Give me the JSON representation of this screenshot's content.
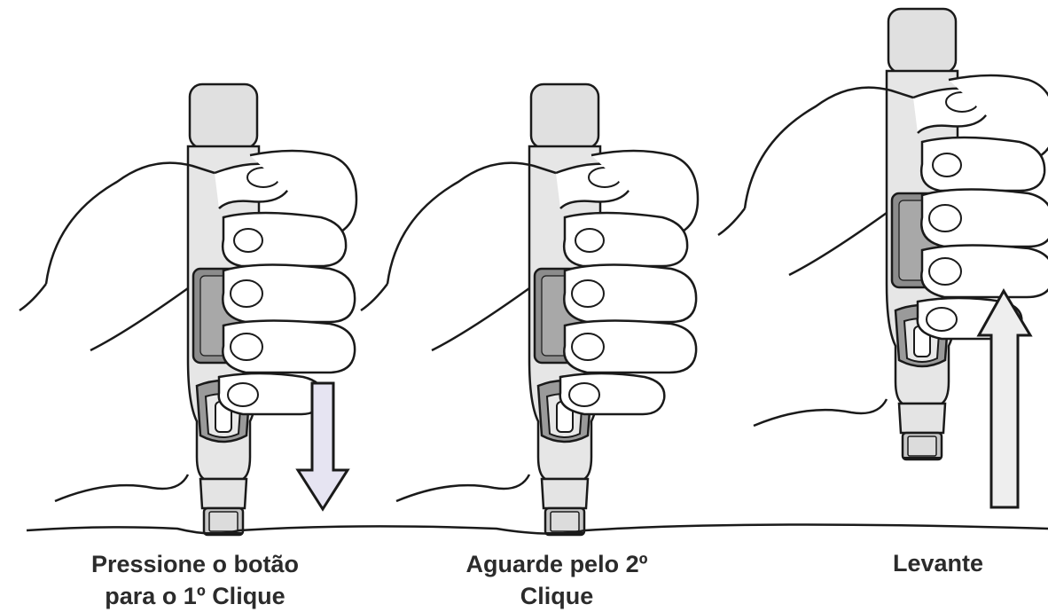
{
  "steps": [
    {
      "caption_line1": "Pressione o botão",
      "caption_line2": "para o 1º Clique",
      "arrow": "down",
      "pen_state": "pressed"
    },
    {
      "caption_line1": "Aguarde pelo 2º",
      "caption_line2": "Clique",
      "arrow": "none",
      "pen_state": "pressed"
    },
    {
      "caption_line1": "Levante",
      "caption_line2": "",
      "arrow": "up",
      "pen_state": "lifted"
    }
  ],
  "colors": {
    "line": "#1a1a1a",
    "pen_body": "#e4e4e4",
    "pen_cap": "#e0e0e0",
    "window": "#8c8c8c",
    "arrow_down_fill": "#e6e4f2",
    "arrow_up_fill": "#eeeeee"
  }
}
